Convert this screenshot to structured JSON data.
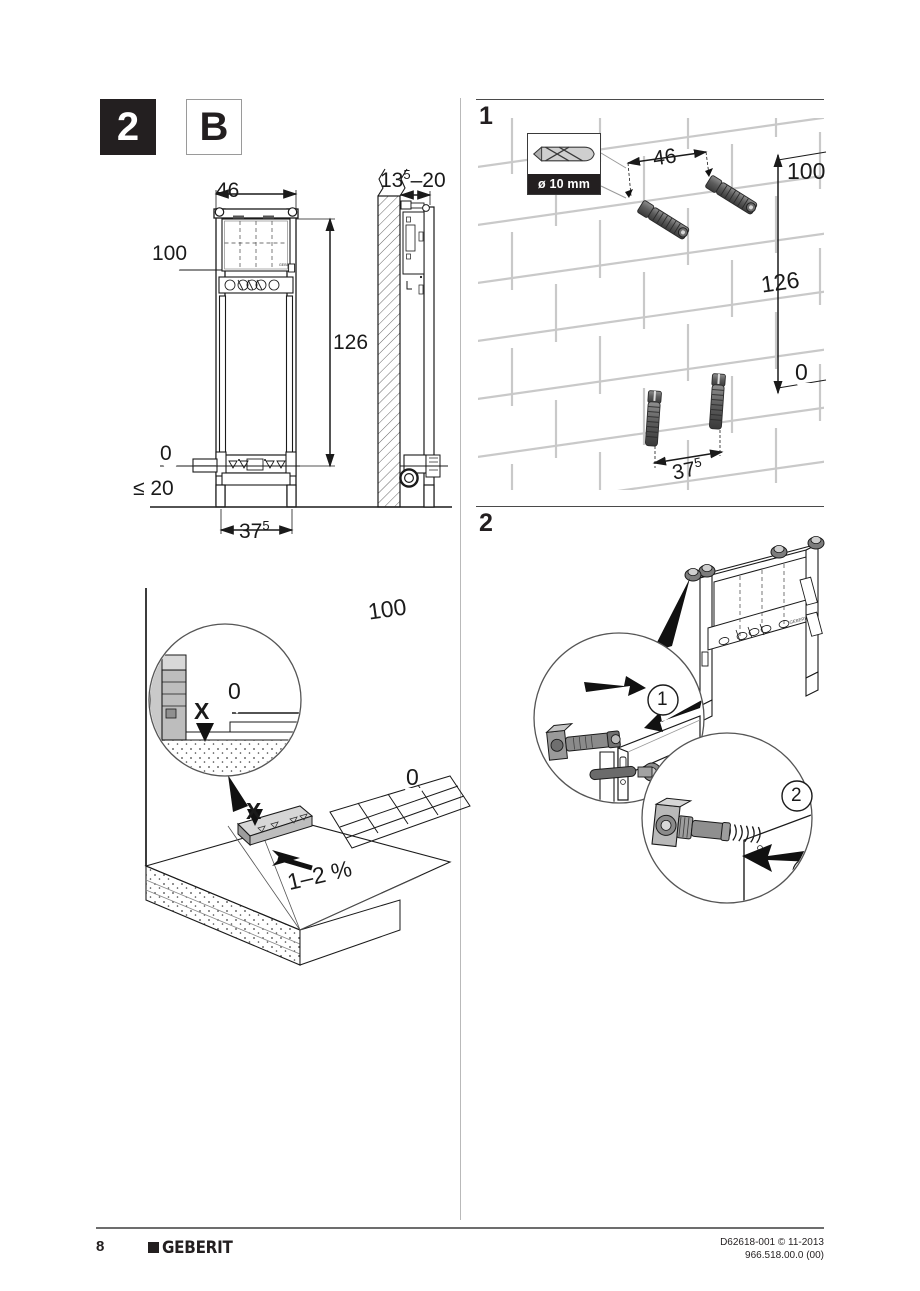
{
  "document": {
    "page_number": "8",
    "brand": "GEBERIT",
    "doc_code": "D62618-001 © 11-2013",
    "article_code": "966.518.00.0 (00)"
  },
  "header": {
    "chapter_badge": "2",
    "variant_badge": "B"
  },
  "left_column": {
    "elevation_drawing": {
      "width_label": "46",
      "wall_thickness_label": "13",
      "wall_thickness_sup": "5",
      "wall_thickness_range": "–20",
      "top_level": "100",
      "height_label": "126",
      "zero_level": "0",
      "max_gap_label": "≤ 20",
      "depth_label": "37",
      "depth_sup": "5"
    },
    "floor_drawing": {
      "top_level": "100",
      "tile_level": "0",
      "detail_level": "0",
      "marker_x_detail": "X",
      "marker_x_main": "X",
      "slope_label": "1–2 %"
    }
  },
  "right_column": {
    "step1": {
      "number": "1",
      "tool_label": "ø 10 mm",
      "tool_icon": "drill-bit-icon",
      "spacing_horizontal": "46",
      "top_level": "100",
      "height_label": "126",
      "zero_level": "0",
      "spacing_lower": "37",
      "spacing_lower_sup": "5"
    },
    "step2": {
      "number": "2",
      "callout_one": "1",
      "callout_two": "2"
    }
  }
}
